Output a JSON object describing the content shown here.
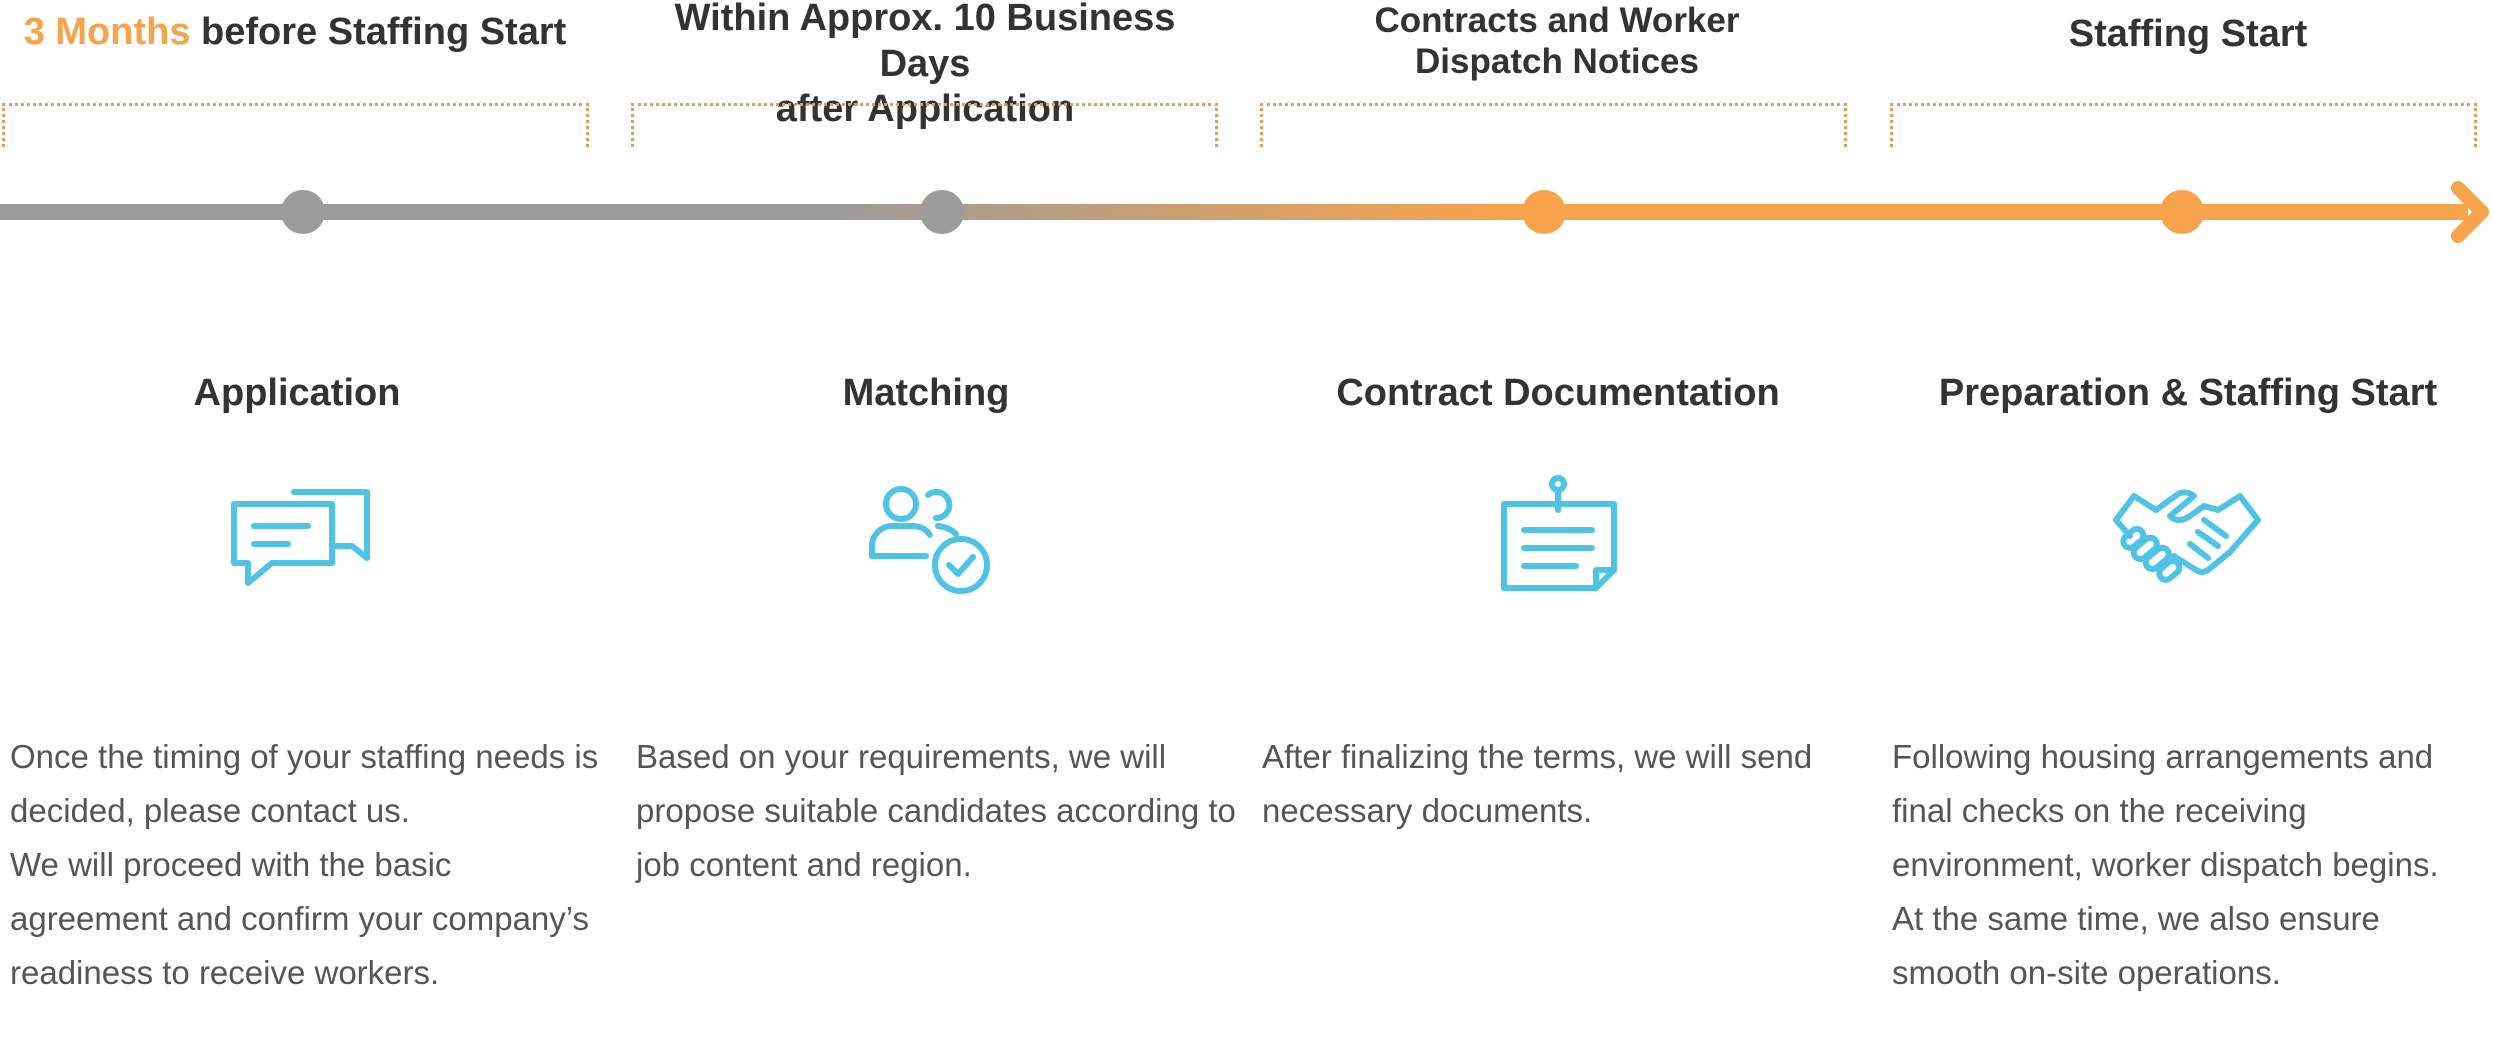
{
  "headers": [
    {
      "highlight": "3 Months",
      "text": " before Staffing Start"
    },
    {
      "line1": "Within Approx. 10 Business Days",
      "line2": "after Application"
    },
    {
      "line1": "Contracts and Worker",
      "line2": "Dispatch Notices"
    },
    {
      "text": "Staffing Start"
    }
  ],
  "steps": [
    {
      "title": "Application",
      "icon": "chat-bubbles-icon",
      "description": [
        "Once the timing of your staffing needs is decided, please contact us.",
        "We will proceed with the basic agreement and confirm your company’s readiness to receive workers."
      ]
    },
    {
      "title": "Matching",
      "icon": "person-check-icon",
      "description": [
        "Based on your requirements, we will propose suitable candidates according to job content and region."
      ]
    },
    {
      "title": "Contract Documentation",
      "icon": "document-pin-icon",
      "description": [
        "After finalizing the terms, we will send necessary documents."
      ]
    },
    {
      "title": "Preparation & Staffing Start",
      "icon": "handshake-icon",
      "description": [
        "Following housing arrangements and final checks on the receiving environment, worker dispatch begins.",
        "At the same time, we also ensure smooth on-site operations."
      ]
    }
  ],
  "colors": {
    "accent_orange": "#f6a34c",
    "timeline_gray": "#9b9b9b",
    "icon_blue": "#4fc3e6",
    "heading_text": "#333333",
    "body_text": "#555555"
  }
}
